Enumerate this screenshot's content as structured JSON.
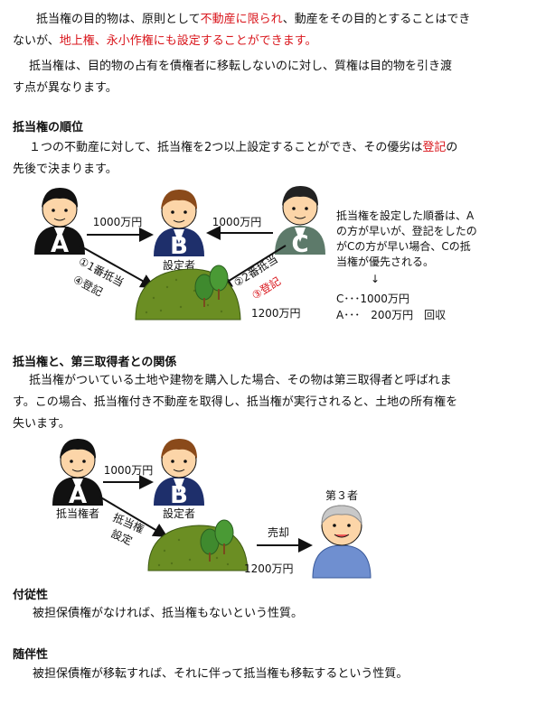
{
  "intro": {
    "p1": [
      "抵当権の目的物は、原則として",
      "不動産に限られ",
      "、動産をその目的とすることはでき",
      "ないが、",
      "地上権、永小作権にも設定することができます。"
    ],
    "p2": [
      "抵当権は、目的物の占有を債権者に移転しないのに対し、質権は目的物を引き渡",
      "す点が異なります。"
    ]
  },
  "section1": {
    "heading": "抵当権の順位",
    "body": [
      "１つの不動産に対して、抵当権を2つ以上設定することができ、その優劣は",
      "登記",
      "の",
      "先後で決まります。"
    ]
  },
  "diagram1": {
    "person_a": "A",
    "person_b": "B",
    "person_c": "C",
    "amount_ab": "1000万円",
    "amount_cb": "1000万円",
    "label_b": "設定者",
    "a_first": "①1番抵当",
    "a_second": "④登記",
    "c_first": "②2番抵当",
    "c_second": "③登記",
    "land_value": "1200万円",
    "note": [
      "抵当権を設定した順番は、A",
      "の方が早いが、登記をしたの",
      "がCの方が早い場合、Cの抵",
      "当権が優先される。"
    ],
    "arrow": "↓",
    "result_c": "C･･･1000万円",
    "result_a": "A･･･　200万円　回収"
  },
  "section2": {
    "heading": "抵当権と、第三取得者との関係",
    "body": [
      "抵当権がついている土地や建物を購入した場合、その物は第三取得者と呼ばれま",
      "す。この場合、抵当権付き不動産を取得し、抵当権が実行されると、土地の所有権を",
      "失います。"
    ]
  },
  "diagram2": {
    "person_a": "A",
    "person_b": "B",
    "amount_ab": "1000万円",
    "label_a": "抵当権者",
    "label_b": "設定者",
    "setting": [
      "抵当権",
      "設定"
    ],
    "sale": "売却",
    "land_value": "1200万円",
    "third_party": "第３者"
  },
  "section3": {
    "heading": "付従性",
    "body": "被担保債権がなければ、抵当権もないという性質。"
  },
  "section4": {
    "heading": "随伴性",
    "body": "被担保債権が移転すれば、それに伴って抵当権も移転するという性質。"
  },
  "colors": {
    "accent_red": "#d9151b",
    "land_green": "#6b8e23",
    "tree_green": "#3f8a2e",
    "suit_navy": "#1e2f6b"
  }
}
